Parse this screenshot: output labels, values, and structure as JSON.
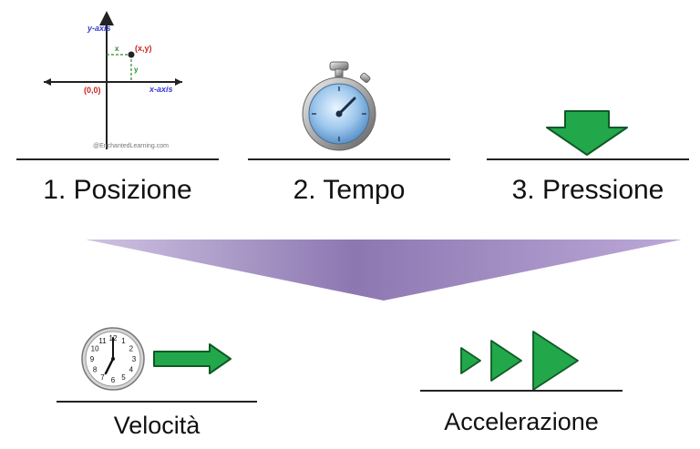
{
  "inputs": [
    {
      "label": "1. Posizione"
    },
    {
      "label": "2. Tempo"
    },
    {
      "label": "3. Pressione"
    }
  ],
  "outputs": [
    {
      "label": "Velocità"
    },
    {
      "label": "Accelerazione"
    }
  ],
  "coordinate_graphic": {
    "y_axis": "y-axis",
    "x_axis": "x-axis",
    "point": "(x,y)",
    "origin": "(0,0)",
    "x_tick": "x",
    "y_tick": "y",
    "credit": "@EnchantedLearning.com"
  },
  "clock_numbers": [
    "12",
    "1",
    "2",
    "3",
    "4",
    "5",
    "6",
    "7",
    "8",
    "9",
    "10",
    "11"
  ],
  "colors": {
    "arrow_green": "#22a84a",
    "arrow_green_dark": "#0e5a26",
    "funnel_left": "#c9bde0",
    "funnel_mid": "#8f78b3",
    "funnel_right": "#b9a6d6",
    "axis_label": "#3a3ad0",
    "point_label": "#cc2222"
  }
}
